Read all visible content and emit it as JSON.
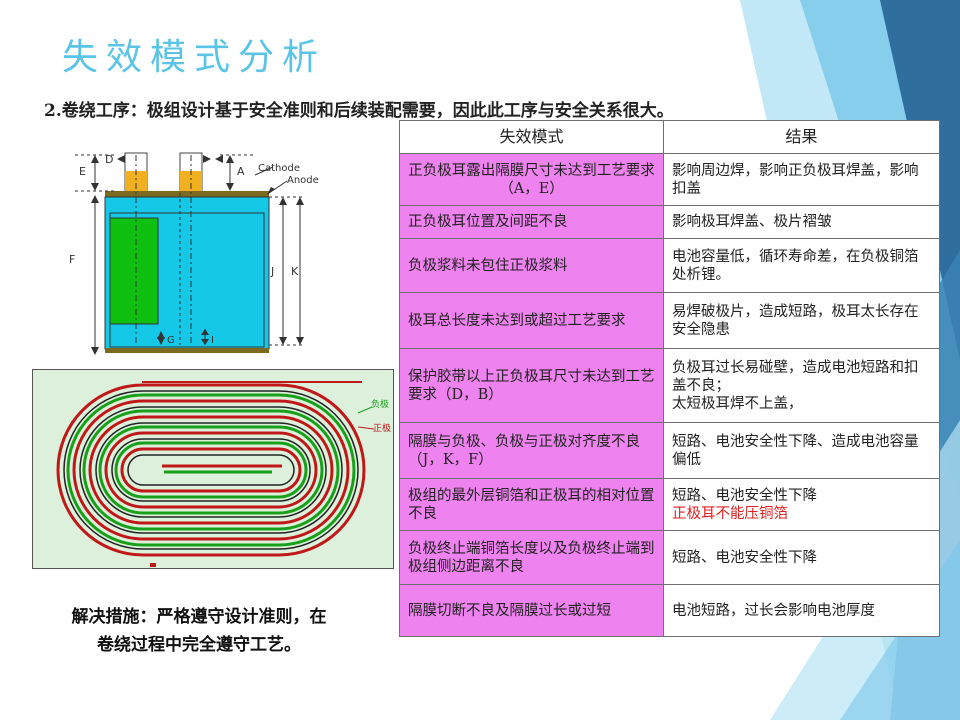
{
  "slide": {
    "title": "失效模式分析",
    "subtitle": "2.卷绕工序：极组设计基于安全准则和后续装配需要，因此此工序与安全关系很大。",
    "solution_line1": "解决措施：严格遵守设计准则，在",
    "solution_line2": "卷绕过程中完全遵守工艺。"
  },
  "figure_labels": {
    "D": "D",
    "E": "E",
    "F": "F",
    "A": "A",
    "cathode": "Cathode",
    "anode": "Anode",
    "J": "J",
    "K": "K",
    "G": "G",
    "I": "I",
    "neg": "负极",
    "pos": "正极"
  },
  "table": {
    "header_mode": "失效模式",
    "header_result": "结果",
    "rows": [
      {
        "mode": "正负极耳露出隔膜尺寸未达到工艺要求（A，E）",
        "result": "影响周边焊，影响正负极耳焊盖，影响扣盖"
      },
      {
        "mode": "正负极耳位置及间距不良",
        "result": "影响极耳焊盖、极片褶皱"
      },
      {
        "mode": "负极浆料未包住正极浆料",
        "result": "电池容量低，循环寿命差，在负极铜箔处析锂。"
      },
      {
        "mode": "极耳总长度未达到或超过工艺要求",
        "result": "易焊破极片，造成短路，极耳太长存在安全隐患"
      },
      {
        "mode": "保护胶带以上正负极耳尺寸未达到工艺要求（D，B）",
        "result_lines": [
          "负极耳过长易碰壁，造成电池短路和扣盖不良；",
          "太短极耳焊不上盖，"
        ]
      },
      {
        "mode": "隔膜与负极、负极与正极对齐度不良（J，K，F）",
        "result": "短路、电池安全性下降、造成电池容量偏低"
      },
      {
        "mode": "极组的最外层铜箔和正极耳的相对位置不良",
        "result": "短路、电池安全性下降",
        "result_red": "正极耳不能压铜箔"
      },
      {
        "mode": "负极终止端铜箔长度以及负极终止端到极组侧边距离不良",
        "result": "短路、电池安全性下降"
      },
      {
        "mode": "隔膜切断不良及隔膜过长或过短",
        "result": "电池短路，过长会影响电池厚度"
      }
    ]
  },
  "colors": {
    "title": "#5bc4e6",
    "mode_cell": "#ee82ee",
    "highlight_text": "#e02020",
    "deco_dark": "#2f6e9e",
    "deco_light": "#8fd3ef"
  }
}
